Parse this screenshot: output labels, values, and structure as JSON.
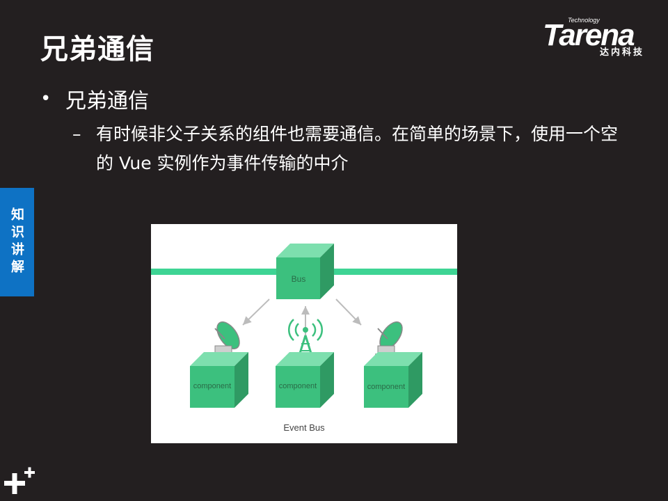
{
  "slide": {
    "title": "兄弟通信",
    "bullet": "兄弟通信",
    "sub_bullet": "有时候非父子关系的组件也需要通信。在简单的场景下，使用一个空的 Vue 实例作为事件传输的中介",
    "side_tab": "知识讲解"
  },
  "logo": {
    "tech": "Technology",
    "word": "Tarena",
    "cn": "达内科技"
  },
  "figure": {
    "bus_label": "Bus",
    "components": [
      "component",
      "component",
      "component"
    ],
    "caption": "Event Bus",
    "colors": {
      "bar": "#3ed494",
      "cube_front": "#3cc07e",
      "cube_top": "#7ddfae",
      "cube_side": "#2f9a63",
      "arrow": "#bcbcbc"
    }
  }
}
